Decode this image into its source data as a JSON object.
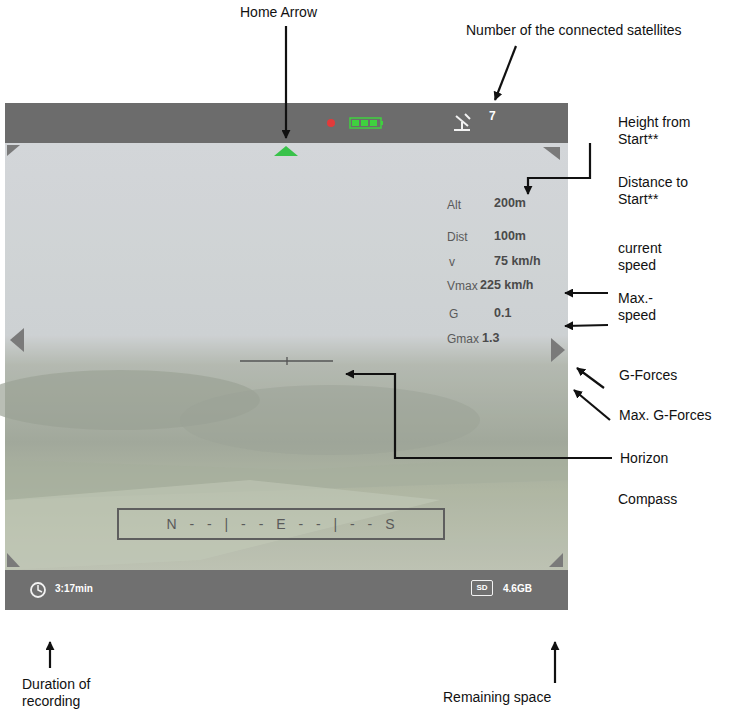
{
  "diagram": {
    "nodes": [
      {
        "text": [
          "7"
        ]
      },
      {
        "text": [
          "N - - | - - E - - | - - S"
        ]
      },
      {
        "text": [
          "3:17min",
          "4.6GB"
        ]
      },
      {
        "text": [
          "SD"
        ],
        "in": 2
      }
    ],
    "labels": [
      "Home Arrow",
      "Number of the connected satellites",
      "Height from Start**",
      "Distance to Start**",
      "Alt",
      "200m",
      "Dist",
      "100m",
      "current speed",
      "v",
      "75 km/h",
      "Vmax",
      "225 km/h",
      "Max.-speed",
      "G",
      "0.1",
      "G-Forces",
      "Gmax",
      "1.3",
      "Max. G-Forces",
      "Horizon",
      "Compass",
      "Duration of recording",
      "Remaining space"
    ]
  }
}
